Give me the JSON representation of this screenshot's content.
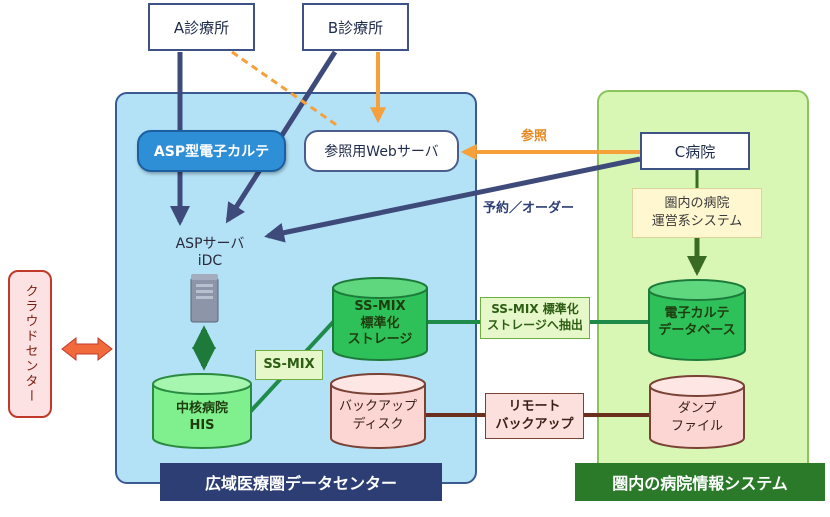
{
  "clinics": {
    "a": "A診療所",
    "b": "B診療所"
  },
  "hospital_c": "C病院",
  "datacenter": {
    "asp_emr": "ASP型電子カルテ",
    "ref_web_server": "参照用Webサーバ",
    "asp_server_line1": "ASPサーバ",
    "asp_server_line2": "iDC",
    "ssmix_storage": [
      "SS-MIX",
      "標準化",
      "ストレージ"
    ],
    "ssmix_label": "SS-MIX",
    "core_his": [
      "中核病院",
      "HIS"
    ],
    "backup_disk": [
      "バックアップ",
      "ディスク"
    ],
    "title": "広域医療圏データセンター"
  },
  "local_system": {
    "ops_system": [
      "圏内の病院",
      "運営系システム"
    ],
    "emr_db": [
      "電子カルテ",
      "データベース"
    ],
    "dump_file": [
      "ダンプ",
      "ファイル"
    ],
    "title": "圏内の病院情報システム"
  },
  "links": {
    "reference": "参照",
    "reservation_order": "予約／オーダー",
    "ssmix_extract": [
      "SS-MIX 標準化",
      "ストレージへ抽出"
    ],
    "remote_backup": [
      "リモート",
      "バックアップ"
    ]
  },
  "cloud_center": "クラウドセンター",
  "colors": {
    "navy_arrow": "#3e4a7a",
    "orange_arrow": "#f5a03a",
    "green_line": "#1e8b4a",
    "brown_line": "#6b2f1e",
    "dc_fill": "#b3e1f6",
    "local_fill": "#d8f7b4"
  }
}
